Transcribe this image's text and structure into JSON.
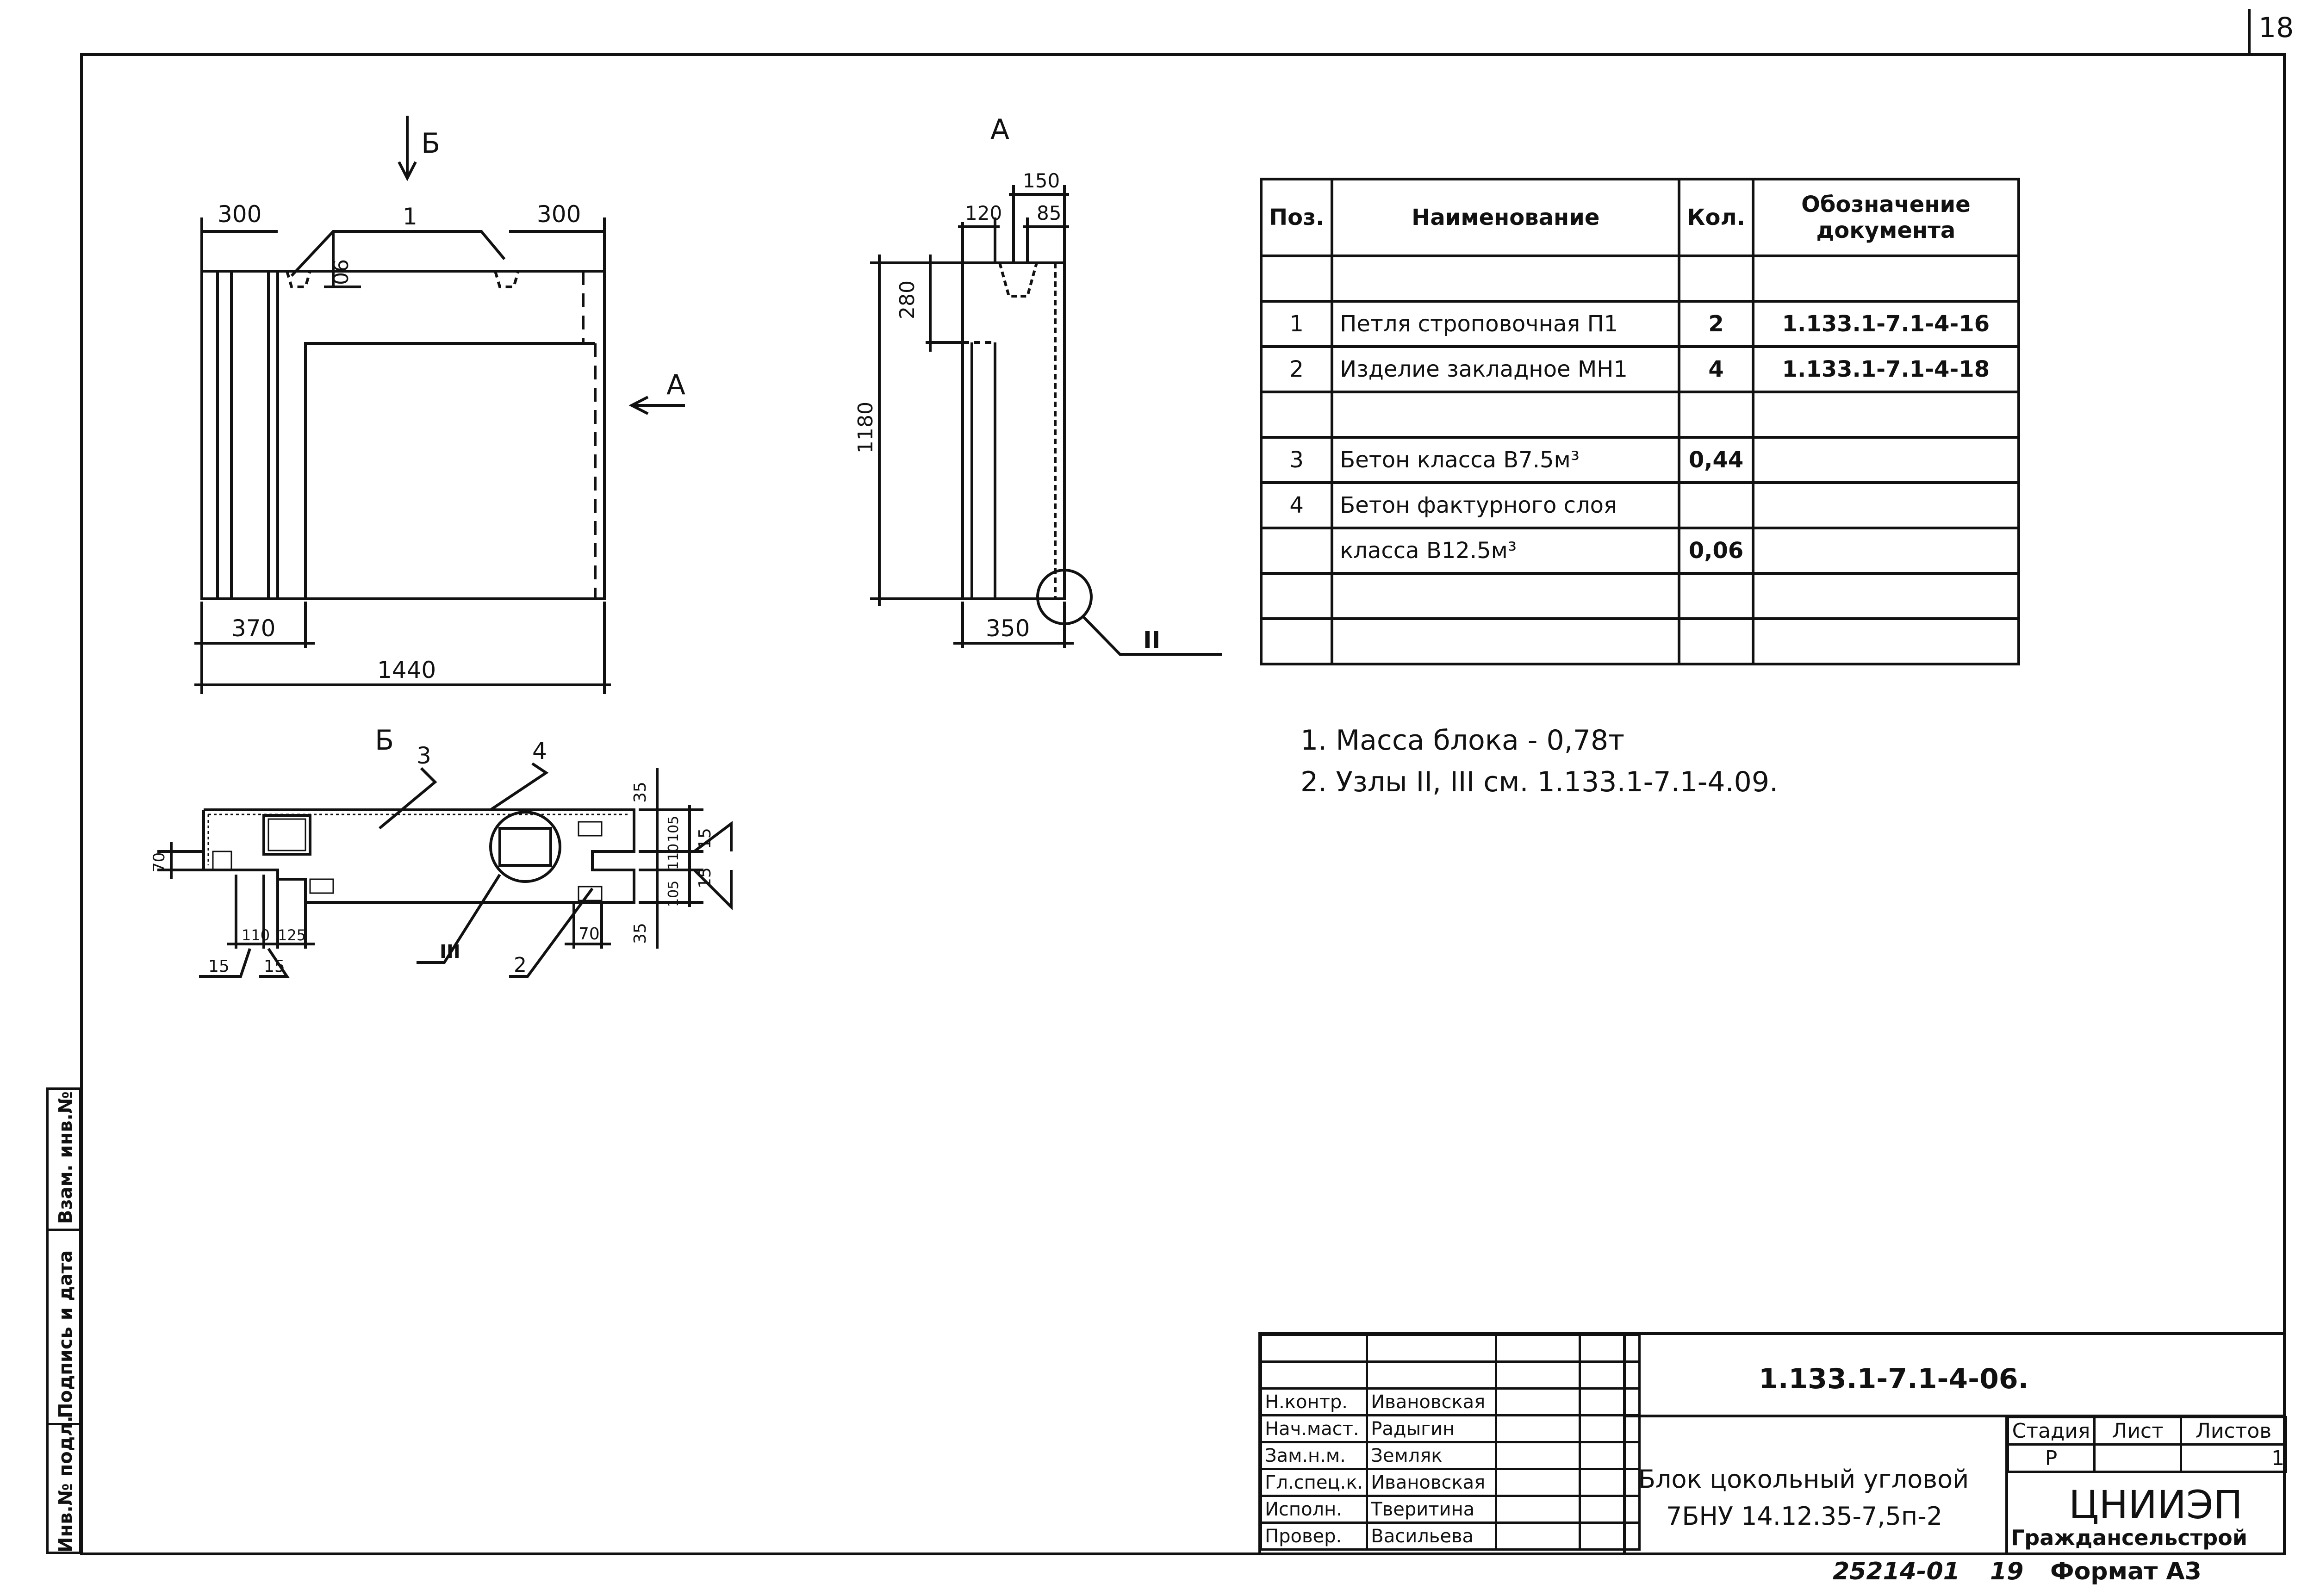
{
  "sheet": {
    "number": "18"
  },
  "views": {
    "label_b_top": "Б",
    "label_a_top": "А",
    "label_a_arrow": "А",
    "label_b_section": "Б"
  },
  "elevation_dims": {
    "left_300": "300",
    "right_300": "300",
    "pos1": "1",
    "d90": "90",
    "d370": "370",
    "d1440": "1440"
  },
  "side_dims": {
    "d150": "150",
    "d120": "120",
    "d85": "85",
    "d280": "280",
    "d1180": "1180",
    "d350": "350",
    "node2": "II"
  },
  "plan_dims": {
    "pos3": "3",
    "pos4": "4",
    "pos2": "2",
    "node3": "III",
    "d35a": "35",
    "d105a": "105",
    "d110": "110",
    "d105b": "105",
    "d15a": "15",
    "d15b": "15",
    "d35b": "35",
    "d70a": "70",
    "d70b": "70",
    "d110b": "110",
    "d125": "125",
    "d15c": "15",
    "d15d": "15"
  },
  "spec_table": {
    "headers": {
      "pos": "Поз.",
      "name": "Наименование",
      "qty": "Кол.",
      "doc": "Обозначение документа"
    },
    "rows": [
      {
        "pos": "",
        "name": "",
        "qty": "",
        "doc": ""
      },
      {
        "pos": "1",
        "name": "Петля строповочная П1",
        "qty": "2",
        "doc": "1.133.1-7.1-4-16"
      },
      {
        "pos": "2",
        "name": "Изделие закладное МН1",
        "qty": "4",
        "doc": "1.133.1-7.1-4-18"
      },
      {
        "pos": "",
        "name": "",
        "qty": "",
        "doc": ""
      },
      {
        "pos": "3",
        "name": "Бетон класса В7.5м³",
        "qty": "0,44",
        "doc": ""
      },
      {
        "pos": "4",
        "name": "Бетон фактурного слоя",
        "qty": "",
        "doc": ""
      },
      {
        "pos": "",
        "name": "класса В12.5м³",
        "qty": "0,06",
        "doc": ""
      },
      {
        "pos": "",
        "name": "",
        "qty": "",
        "doc": ""
      },
      {
        "pos": "",
        "name": "",
        "qty": "",
        "doc": ""
      }
    ]
  },
  "notes": [
    "1. Масса блока - 0,78т",
    "2. Узлы II, III см. 1.133.1-7.1-4.09."
  ],
  "title_block": {
    "doc_code": "1.133.1-7.1-4-06.",
    "title_line1": "Блок цокольный угловой",
    "title_line2": "7БНУ 14.12.35-7,5п-2",
    "stage_header": "Стадия",
    "sheet_header": "Лист",
    "sheets_header": "Листов",
    "stage": "Р",
    "sheet": "",
    "sheets": "1",
    "org_line1": "ЦНИИЭП",
    "org_line2": "Граждансельстрой",
    "staff": [
      {
        "role": "",
        "name": ""
      },
      {
        "role": "",
        "name": ""
      },
      {
        "role": "Н.контр.",
        "name": "Ивановская"
      },
      {
        "role": "Нач.маст.",
        "name": "Радыгин"
      },
      {
        "role": "Зам.н.м.",
        "name": "Земляк"
      },
      {
        "role": "Гл.спец.к.",
        "name": "Ивановская"
      },
      {
        "role": "Исполн.",
        "name": "Тверитина"
      },
      {
        "role": "Провер.",
        "name": "Васильева"
      }
    ]
  },
  "footer": {
    "archive": "25214-01",
    "page": "19",
    "format": "Формат А3"
  },
  "side_stamp": {
    "f1": "Инв.№ подл.",
    "f2": "Подпись и дата",
    "f3": "Взам. инв.№"
  }
}
